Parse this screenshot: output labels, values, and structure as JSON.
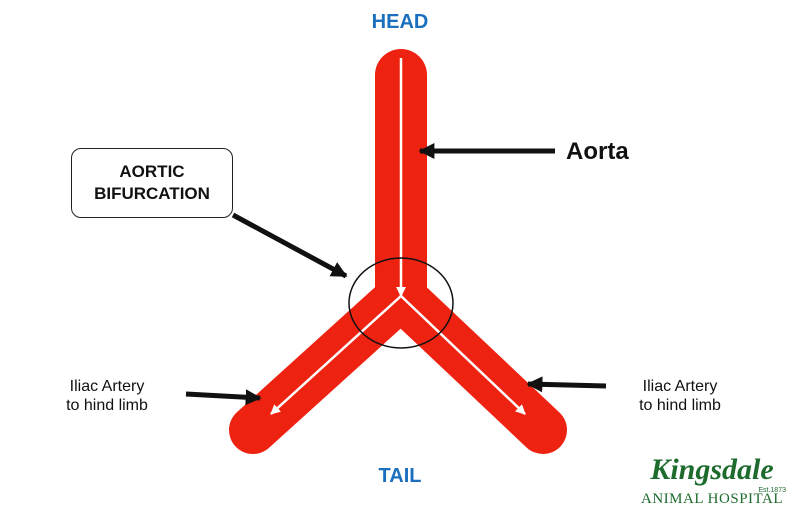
{
  "labels": {
    "head": "HEAD",
    "tail": "TAIL",
    "aorta": "Aorta",
    "bifurcation": [
      "AORTIC",
      "BIFURCATION"
    ],
    "iliac_left": [
      "Iliac Artery",
      "to hind limb"
    ],
    "iliac_right": [
      "Iliac Artery",
      "to hind limb"
    ]
  },
  "logo": {
    "name": "Kingsdale",
    "established": "Est.1873",
    "subtitle": "ANIMAL HOSPITAL"
  },
  "colors": {
    "artery": "#ee2211",
    "direction_arrows": "#ffffff",
    "head_tail_text": "#1a6fbf",
    "pointer": "#111111",
    "logo_green": "#1e6b2e"
  }
}
